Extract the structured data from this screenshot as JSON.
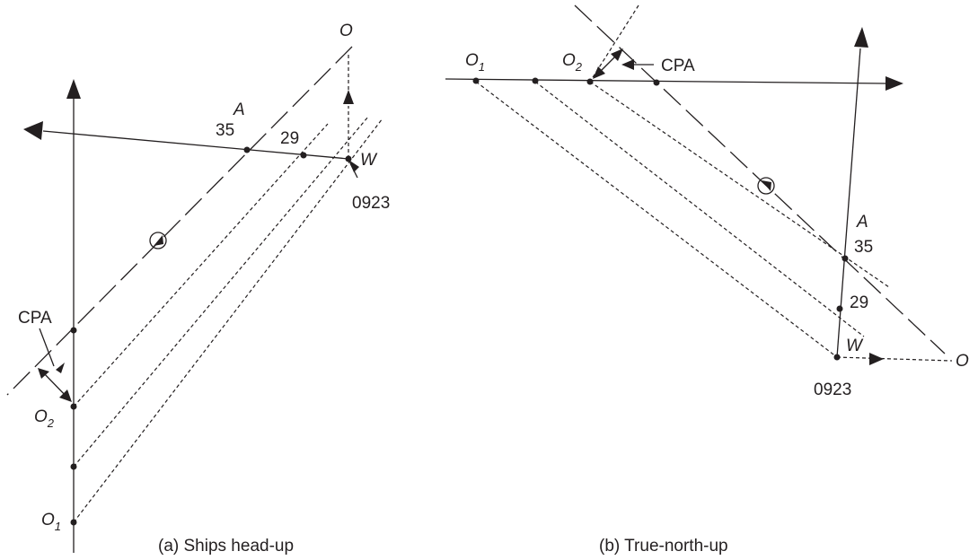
{
  "panel_a": {
    "caption": "(a) Ships head-up",
    "labels": {
      "O": "O",
      "A": "A",
      "W": "W",
      "r35": "35",
      "r29": "29",
      "t0923": "0923",
      "CPA": "CPA",
      "O2": "O",
      "O2_sub": "2",
      "O1": "O",
      "O1_sub": "1"
    }
  },
  "panel_b": {
    "caption": "(b) True-north-up",
    "labels": {
      "O1": "O",
      "O1_sub": "1",
      "O2": "O",
      "O2_sub": "2",
      "CPA": "CPA",
      "A": "A",
      "r35": "35",
      "r29": "29",
      "W": "W",
      "t0923": "0923",
      "O": "O"
    }
  }
}
